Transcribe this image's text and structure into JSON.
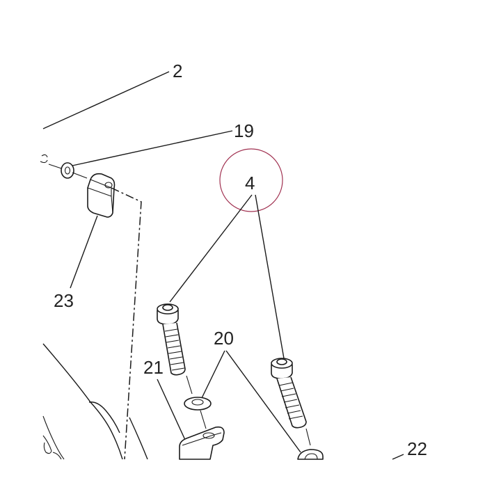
{
  "callouts": {
    "c2": "2",
    "c19": "19",
    "c4": "4",
    "c23": "23",
    "c20": "20",
    "c21": "21",
    "c22": "22"
  },
  "highlight": {
    "target": "4",
    "color": "#a03050"
  }
}
